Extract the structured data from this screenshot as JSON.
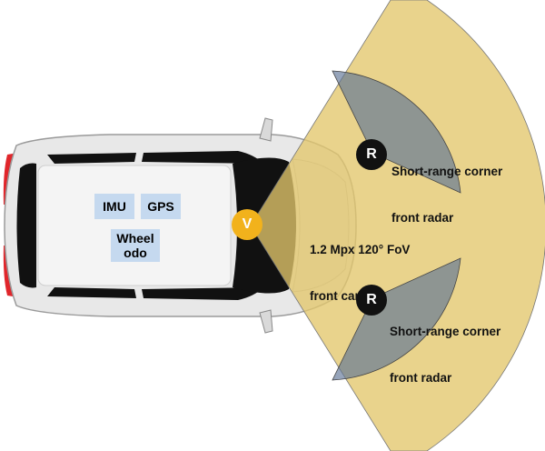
{
  "sensors": {
    "imu": "IMU",
    "gps": "GPS",
    "wheel_odo_line1": "Wheel",
    "wheel_odo_line2": "odo"
  },
  "camera": {
    "badge": "V",
    "label_line1": "1.2 Mpx 120° FoV",
    "label_line2": "front camera",
    "color": "#f2b21c"
  },
  "radars": [
    {
      "badge": "R",
      "label_line1": "Short-range corner",
      "label_line2": "front radar"
    },
    {
      "badge": "R",
      "label_line1": "Short-range corner",
      "label_line2": "front radar"
    }
  ],
  "colors": {
    "camera_fov": "#e3c76b",
    "radar_fov": "#5d7395",
    "sensor_box": "#c5d9ef",
    "car_body": "#e8e8e8",
    "glass": "#111111",
    "tail_light": "#e0262b"
  }
}
